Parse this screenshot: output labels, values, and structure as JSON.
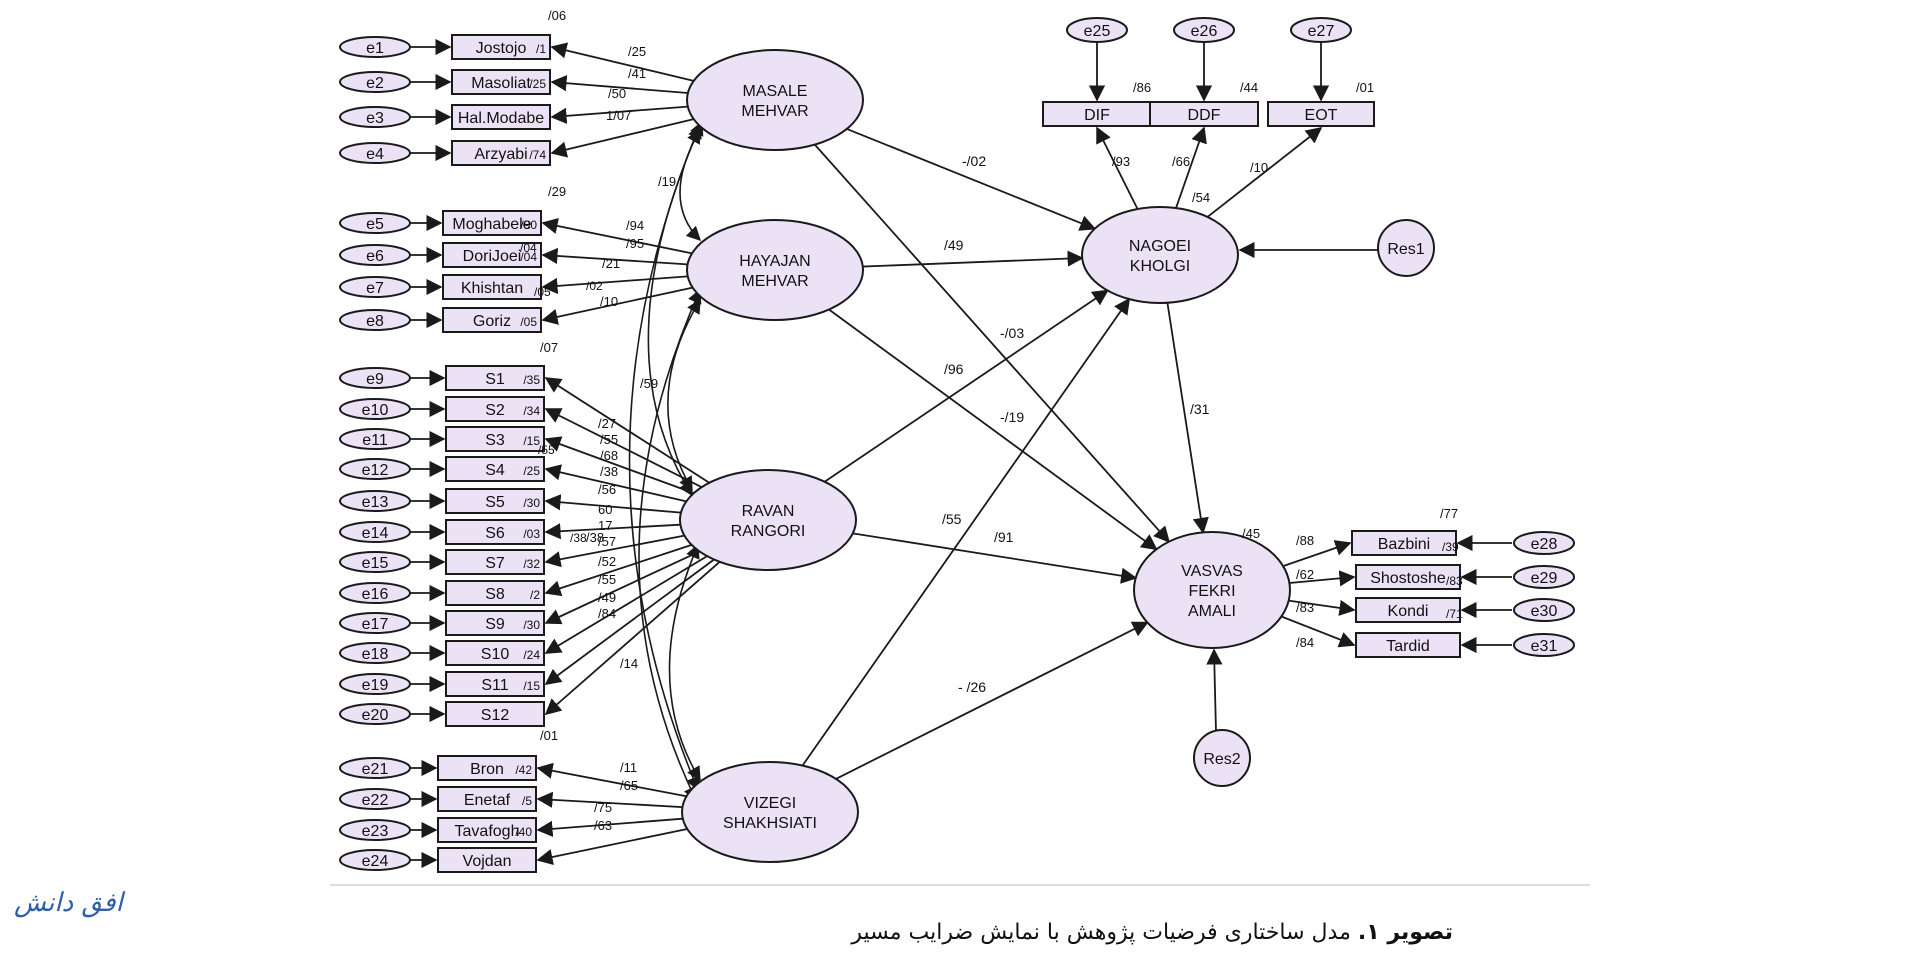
{
  "colors": {
    "node_fill": "#ece2f6",
    "stroke": "#1a1a1a",
    "brand": "#2f5fa8"
  },
  "latent": {
    "masale": "MASALE|MEHVAR",
    "hayajan": "HAYAJAN|MEHVAR",
    "ravan": "RAVAN|RANGORI",
    "vizegi": "VIZEGI|SHAKHSIATI",
    "nagoei": "NAGOEI|KHOLGI",
    "vasvas": "VASVAS|FEKRI|AMALI"
  },
  "residuals": [
    "Res1",
    "Res2"
  ],
  "errors": [
    "e1",
    "e2",
    "e3",
    "e4",
    "e5",
    "e6",
    "e7",
    "e8",
    "e9",
    "e10",
    "e11",
    "e12",
    "e13",
    "e14",
    "e15",
    "e16",
    "e17",
    "e18",
    "e19",
    "e20",
    "e21",
    "e22",
    "e23",
    "e24",
    "e25",
    "e26",
    "e27",
    "e28",
    "e29",
    "e30",
    "e31"
  ],
  "left_indicators": [
    {
      "label": "Jostojo",
      "r2": "/1"
    },
    {
      "label": "Masoliat",
      "r2": "/25"
    },
    {
      "label": "Hal.Modabe",
      "r2": ""
    },
    {
      "label": "Arzyabi",
      "r2": "/74"
    },
    {
      "label": "Moghabele",
      "r2": "/90"
    },
    {
      "label": "DoriJoei",
      "r2": "/04"
    },
    {
      "label": "Khishtan",
      "r2": ""
    },
    {
      "label": "Goriz",
      "r2": "/05"
    },
    {
      "label": "S1",
      "r2": "/35"
    },
    {
      "label": "S2",
      "r2": "/34"
    },
    {
      "label": "S3",
      "r2": "/15"
    },
    {
      "label": "S4",
      "r2": "/25"
    },
    {
      "label": "S5",
      "r2": "/30"
    },
    {
      "label": "S6",
      "r2": "/03"
    },
    {
      "label": "S7",
      "r2": "/32"
    },
    {
      "label": "S8",
      "r2": "/2"
    },
    {
      "label": "S9",
      "r2": "/30"
    },
    {
      "label": "S10",
      "r2": "/24"
    },
    {
      "label": "S11",
      "r2": "/15"
    },
    {
      "label": "S12",
      "r2": ""
    },
    {
      "label": "Bron",
      "r2": "/42"
    },
    {
      "label": "Enetaf",
      "r2": "/5"
    },
    {
      "label": "Tavafogh",
      "r2": "/40"
    },
    {
      "label": "Vojdan",
      "r2": ""
    }
  ],
  "group_r2": [
    "/06",
    "/29",
    "/07",
    "/01"
  ],
  "loadings": [
    "/25",
    "/41",
    "/50",
    "1/07",
    "/94",
    "/95",
    "/21",
    "/10",
    "/27",
    "/55",
    "/68",
    "/38",
    "/56",
    "60",
    "17",
    "/57",
    "/52",
    "/55",
    "/49",
    "/84",
    "/11",
    "/65",
    "/75",
    "/63"
  ],
  "loading_extra": [
    "/05",
    "/04",
    "/02",
    "/55",
    "/38"
  ],
  "top_indicators": [
    {
      "label": "DIF",
      "r2": "/86",
      "loading": "/93"
    },
    {
      "label": "DDF",
      "r2": "/44",
      "loading": "/66"
    },
    {
      "label": "EOT",
      "r2": "/01",
      "loading": "/10"
    }
  ],
  "top_extra": "/54",
  "right_indicators": [
    {
      "label": "Bazbini",
      "r2": "/39",
      "loading": "/88"
    },
    {
      "label": "Shostoshe",
      "r2": "/83",
      "loading": "/62"
    },
    {
      "label": "Kondi",
      "r2": "/71",
      "loading": "/83"
    },
    {
      "label": "Tardid",
      "r2": "",
      "loading": "/84"
    }
  ],
  "right_r2": "/77",
  "paths": [
    "-/02",
    "/49",
    "/96",
    "-/03",
    "-/19",
    "/55",
    "/91",
    "- /26",
    "/31"
  ],
  "r2_vasvas": "/45",
  "correlations": [
    "/19",
    "/59",
    "/14",
    "/38"
  ],
  "caption_bold": "تصویر ۱.",
  "caption_text": " مدل ساختاری فرضیات پژوهش با نمایش ضرایب مسیر",
  "logo_text": "افق دانش"
}
